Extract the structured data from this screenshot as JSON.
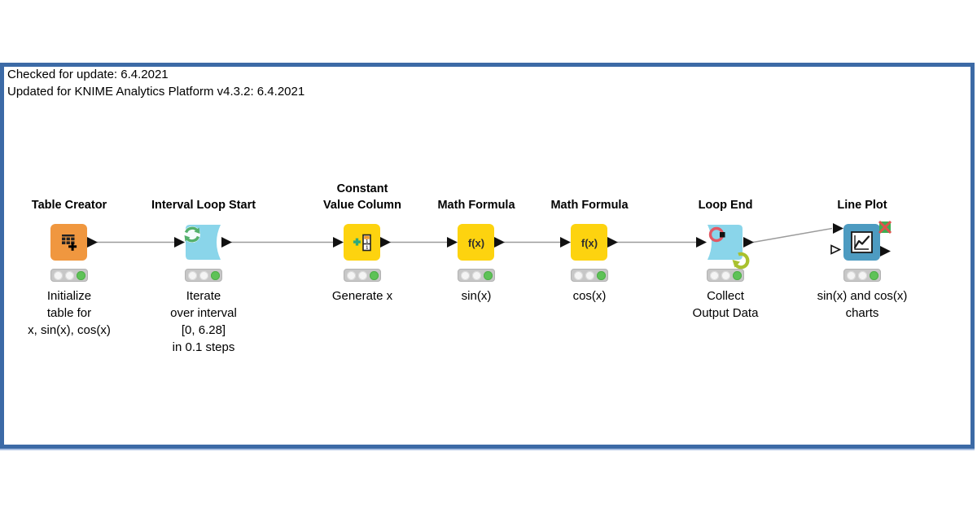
{
  "header": {
    "lines": "Checked for update: 6.4.2021\nUpdated for KNIME Analytics Platform v4.3.2: 6.4.2021"
  },
  "workflow": {
    "nodes": [
      {
        "title": "Table Creator",
        "caption": "Initialize\ntable for\nx, sin(x), cos(x)",
        "type": "source",
        "icon": "table-plus-icon",
        "color": "#f0973f",
        "status": "executed"
      },
      {
        "title": "Interval Loop Start",
        "caption": "Iterate\nover interval\n[0, 6.28]\nin 0.1 steps",
        "type": "loop-start",
        "icon": "loop-arrows-icon",
        "color": "#8ad5ea",
        "status": "executed"
      },
      {
        "title": "Constant\nValue Column",
        "caption": "Generate x",
        "type": "manipulator",
        "icon": "add-column-icon",
        "color": "#fdd30f",
        "status": "executed"
      },
      {
        "title": "Math Formula",
        "caption": "sin(x)",
        "type": "manipulator",
        "icon": "fx-icon",
        "color": "#fdd30f",
        "status": "executed",
        "icon_label": "f(x)"
      },
      {
        "title": "Math Formula",
        "caption": "cos(x)",
        "type": "manipulator",
        "icon": "fx-icon",
        "color": "#fdd30f",
        "status": "executed",
        "icon_label": "f(x)"
      },
      {
        "title": "Loop End",
        "caption": "Collect\nOutput Data",
        "type": "loop-end",
        "icon": "loop-end-icon",
        "color": "#8ad5ea",
        "status": "executed"
      },
      {
        "title": "Line Plot",
        "caption": "sin(x) and cos(x)\ncharts",
        "type": "visualizer",
        "icon": "line-chart-icon",
        "color": "#4d9bc1",
        "status": "executed"
      }
    ],
    "icon_digit": "1"
  },
  "colors": {
    "frame_border": "#3c6aa6",
    "node_source_orange": "#f0973f",
    "node_loop_cyan": "#8ad5ea",
    "node_manipulator_yellow": "#fdd30f",
    "node_visualizer_blue": "#4d9bc1",
    "status_green": "#5ec257",
    "wire_gray": "#9b9b9b",
    "image_port_green": "#3fae52",
    "image_port_x_red": "#e0514b",
    "loop_end_circle_red": "#e25864",
    "loop_badge_green": "#a9c12f"
  }
}
